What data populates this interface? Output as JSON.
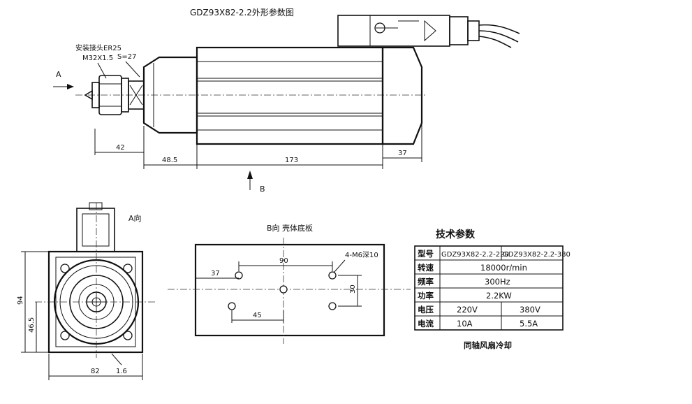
{
  "drawing": {
    "title": "GDZ93X82-2.2外形参数图",
    "collet_label_1": "安装接头ER25",
    "collet_label_2": "M32X1.5",
    "wrench_size": "S=27",
    "view_a_arrow": "A",
    "view_b_arrow": "B",
    "view_a_title": "A向",
    "view_b_title": "B向  壳体底板",
    "dim_42": "42",
    "dim_48_5": "48.5",
    "dim_173": "173",
    "dim_37_side": "37",
    "dim_94": "94",
    "dim_46_5": "46.5",
    "dim_82": "82",
    "dim_1_6": "1.6",
    "dim_90": "90",
    "dim_37_base": "37",
    "dim_45": "45",
    "dim_30": "30",
    "holes_label": "4-M6深10"
  },
  "spec_table": {
    "title": "技术参数",
    "header": [
      "型号",
      "GDZ93X82-2.2-220",
      "GDZ93X82-2.2-380"
    ],
    "rows": [
      {
        "label": "转速",
        "value": "18000r/min"
      },
      {
        "label": "频率",
        "value": "300Hz"
      },
      {
        "label": "功率",
        "value": "2.2KW"
      },
      {
        "label": "电压",
        "v220": "220V",
        "v380": "380V"
      },
      {
        "label": "电流",
        "v220": "10A",
        "v380": "5.5A"
      }
    ],
    "footer": "同轴风扇冷却"
  }
}
